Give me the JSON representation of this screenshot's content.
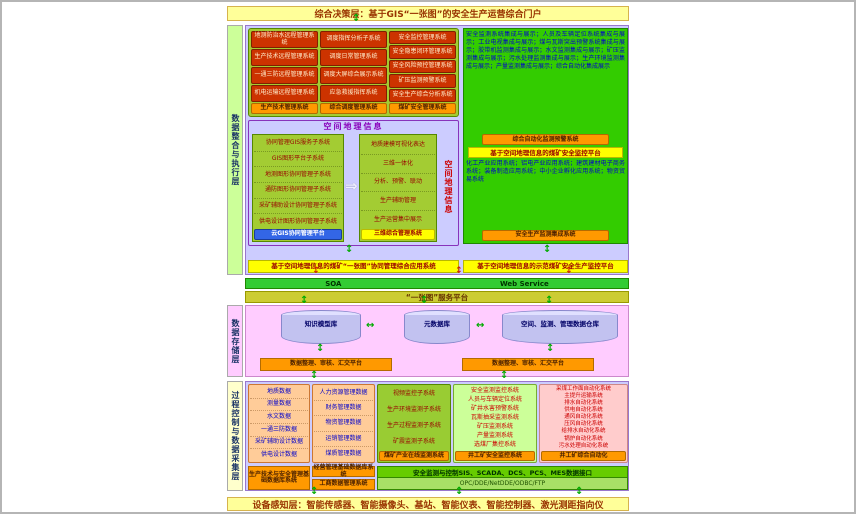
{
  "banner_top": "综合决策层：基于GIS“一张图”的安全生产运营综合门户",
  "banner_bottom": "设备感知层：智能传感器、智能摄像头、基站、智能仪表、智能控制器、激光测距指向仪",
  "layer_labels": {
    "integration": "数据整合与执行层",
    "storage": "数据存储层",
    "process": "过程控制与数据采集层"
  },
  "remote_mgmt": {
    "col1": {
      "items": [
        "地测防治水远程管理系统",
        "生产技术远程管理系统",
        "一通三防远程管理系统",
        "机电运输远程管理系统"
      ],
      "footer": "生产技术管理系统"
    },
    "col2": {
      "items": [
        "调度指挥分析子系统",
        "调度日常管理系统",
        "调度大屏综合展示系统",
        "应急救援指挥系统"
      ],
      "footer": "综合调度管理系统"
    },
    "col3": {
      "items": [
        "安全监控管理系统",
        "安全隐患闭环管理系统",
        "安全风险预控管理系统",
        "矿压监测预警系统",
        "安全生产综合分析系统"
      ],
      "footer": "煤矿安全管理系统"
    }
  },
  "gis_section": {
    "title": "空间地理信息",
    "left": {
      "items": [
        "协同管理GIS服务子系统",
        "GIS图形平台子系统",
        "地测图形协同管理子系统",
        "通防图形协同管理子系统",
        "采矿辅助设计协同管理子系统",
        "供电设计图形协同管理子系统"
      ],
      "footer": "云GIS协同管理平台"
    },
    "right": {
      "items": [
        "地质建模可视化表达",
        "三维一体化",
        "分析、预警、联动",
        "生产辅助管理",
        "生产运营集中展示"
      ],
      "footer": "三维综合管理系统"
    },
    "vertical_label": "空间地理信息",
    "bottom_bar": "基于空间地理信息的煤矿“一张图”协同管理综合应用系统"
  },
  "safety_panel": {
    "integration_text": "安全监测系统集成与展示；人员及车辆定位系统集成与展示；工业电视集成与展示；煤与瓦斯突出预警系统集成与展示；胶带机监测集成与展示；水文监测集成与展示；矿压监测集成与展示；污水处理监测集成与展示；生产环境监测集成与展示；产量监测集成与展示；综合自动化集成展示",
    "alert_btn": "综合自动化监测预警系统",
    "platform_bar": "基于空间地理信息的煤矿安全监控平台",
    "industry_text": "化工产业应用系统；铝电产业应用系统；建筑建材电子商务系统；装备制造应用系统；中小企业孵化应用系统；物资贸易系统",
    "monitor_btn": "安全生产监测集成系统",
    "bottom_bar": "基于空间地理信息的示范煤矿安全生产监控平台"
  },
  "soa_bar": {
    "left": "SOA",
    "right": "Web Service"
  },
  "service_bar": "“一张图”服务平台",
  "storage": {
    "db1": "知识模型库",
    "db2": "元数据库",
    "db3": "空间、监测、管理数据仓库",
    "platform_left": "数据整理、审核、汇交平台",
    "platform_right": "数据整理、审核、汇交平台"
  },
  "process": {
    "box1": {
      "items": [
        "地质数据",
        "测量数据",
        "水文数据",
        "一通三防数据",
        "采矿辅助设计数据",
        "供电设计数据"
      ],
      "footer": "生产技术与安全管理基础数据库系统"
    },
    "box2": {
      "items": [
        "人力资源管理数据",
        "财务管理数据",
        "物资管理数据",
        "运销管理数据",
        "煤质管理数据"
      ],
      "footer1": "经营管理基础数据库系统",
      "footer2": "工商数据管理系统"
    },
    "box3": {
      "items": [
        "视频监控子系统",
        "生产环境监测子系统",
        "生产过程监测子系统",
        "矿震监测子系统"
      ],
      "footer": "煤矿产业在线监测系统"
    },
    "box4": {
      "items": [
        "安全监测监控系统",
        "人员与车辆定位系统",
        "矿井水害预警系统",
        "瓦斯抽采监测系统",
        "矿压监测系统",
        "产量监测系统",
        "选煤厂集控系统"
      ],
      "footer": "井工矿安全监控系统"
    },
    "box5": {
      "items": [
        "采煤工作面自动化系统",
        "主提升运输系统",
        "排水自动化系统",
        "供电自动化系统",
        "通风自动化系统",
        "压风自动化系统",
        "给排水自动化系统",
        "锅炉自动化系统",
        "污水处理自动化系统"
      ],
      "footer": "井工矿综合自动化"
    },
    "interface_line1": "安全监测与控制SIS、SCADA、DCS、PCS、MES数据接口",
    "interface_line2": "OPC/DDE/NetDDE/ODBC/FTP"
  },
  "icons": {
    "v_arrow": "↕",
    "h_arrow": "↔",
    "flow_arrow": "⇒"
  },
  "palette": {
    "banner_bg": "#ffff99",
    "banner_text": "#993300",
    "layer_bg": "#ccccff",
    "green_panel": "#33cc00",
    "highlight_orange": "#ff9900",
    "highlight_red": "#cc3300",
    "bar_yellow": "#ffff00",
    "arrow_green": "#00aa00",
    "storage_bg": "#ffccff"
  }
}
